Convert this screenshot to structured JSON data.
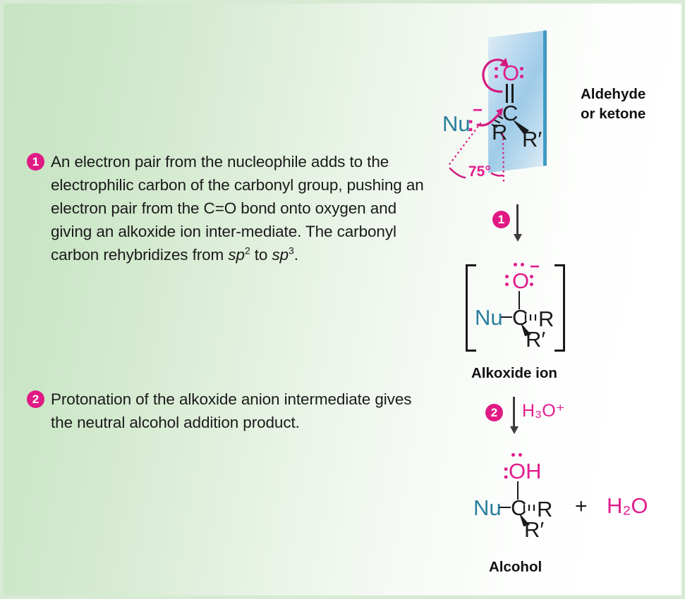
{
  "figure": {
    "title_hidden": "",
    "background": {
      "left_color": "#c6e4c2",
      "right_color": "#ffffff",
      "border_color": "#d7ead3"
    },
    "accent_magenta": "#e21b8d",
    "accent_teal": "#2b7d9e",
    "plane_blue": "#3e9ac4"
  },
  "steps": [
    {
      "number": "1",
      "html": "An electron pair from the nucleophile adds to the electrophilic carbon of the carbonyl group, pushing an electron pair from the C=O bond onto oxygen and giving an alkoxide ion inter-mediate. The carbonyl carbon rehybridizes from <i>sp</i><sup>2</sup> to <i>sp</i><sup>3</sup>.",
      "text": "An electron pair from the nucleophile adds to the electrophilic carbon of the carbonyl group, pushing an electron pair from the C=O bond onto oxygen and giving an alkoxide ion inter-mediate. The carbonyl carbon rehybridizes from sp2 to sp3."
    },
    {
      "number": "2",
      "html": "Protonation of the alkoxide anion intermediate gives the neutral alcohol addition product.",
      "text": "Protonation of the alkoxide anion intermediate gives the neutral alcohol addition product."
    }
  ],
  "structures": {
    "reactant": {
      "caption": "Aldehyde\nor ketone",
      "nucleophile_label": "Nu",
      "nucleophile_colon": ":",
      "nucleophile_charge": "−",
      "oxygen": "O",
      "carbon": "C",
      "substituent_1": "R",
      "substituent_2": "R′",
      "angle_label": "75°"
    },
    "intermediate": {
      "caption": "Alkoxide ion",
      "oxygen": "O",
      "oxygen_charge": "−",
      "carbon": "C",
      "nucleophile_label": "Nu",
      "substituent_1": "R",
      "substituent_2": "R′"
    },
    "product": {
      "caption": "Alcohol",
      "hydroxyl": "OH",
      "hydroxyl_lead_colon": ":",
      "carbon": "C",
      "nucleophile_label": "Nu",
      "substituent_1": "R",
      "substituent_2": "R′",
      "plus_sign": "+",
      "byproduct": "H₂O"
    }
  },
  "arrows": {
    "step1": {
      "badge": "1",
      "reagent": ""
    },
    "step2": {
      "badge": "2",
      "reagent": "H₃O⁺"
    }
  }
}
